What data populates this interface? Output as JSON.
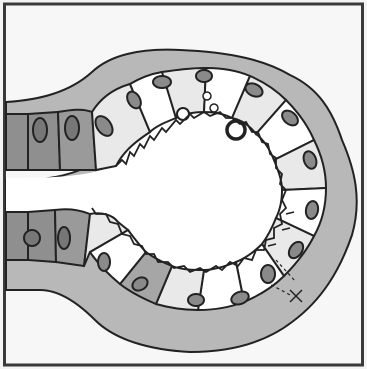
{
  "figure": {
    "caption": "",
    "palette": {
      "frame": "#3a3a3a",
      "panel_bg": "#f4f4f4",
      "outline": "#222222",
      "stroma": "#b8b8b8",
      "cell_light": "#e9e9e9",
      "cell_white": "#fafafa",
      "cell_dark": "#8f8f8f",
      "cell_medium": "#a6a6a6",
      "nucleus": "#8a8a8a",
      "lumen": "#ffffff"
    },
    "parts": [
      "duct-upper",
      "duct-lower",
      "acinus-wall",
      "lumen",
      "secretory-granules"
    ]
  }
}
